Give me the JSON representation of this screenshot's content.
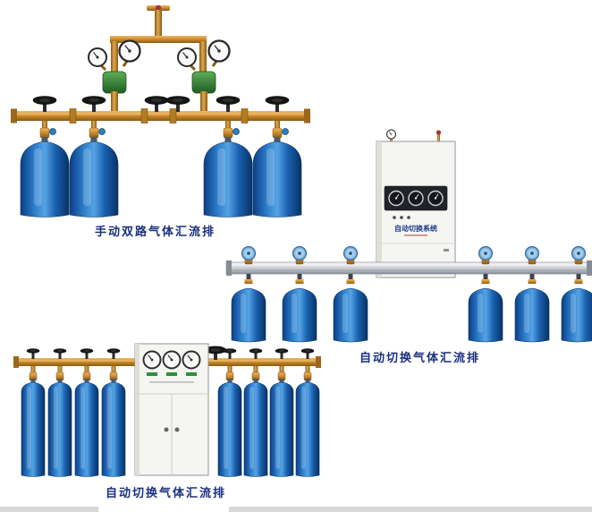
{
  "page": {
    "background": "#ffffff"
  },
  "captions": {
    "manual_dual": "手动双路气体汇流排",
    "auto_right": "自动切换气体汇流排",
    "auto_bottom": "自动切换气体汇流排"
  },
  "cabinet": {
    "label": "自动切换系统"
  },
  "colors": {
    "cylinder_blue": "#2b7cc9",
    "cylinder_blue_dark": "#083263",
    "brass": "#c9892d",
    "manifold_bar_silver": "#c3c8ce",
    "cabinet_white": "#f5f5f1",
    "valve_knob_blue": "#8fc3e8",
    "handwheel_black": "#161616",
    "caption_text": "#1a2f7e"
  }
}
